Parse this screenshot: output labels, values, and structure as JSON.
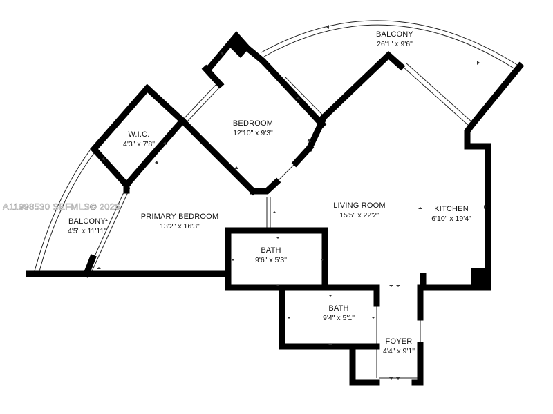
{
  "watermark": "A11998530 SEFMLS© 2026",
  "rooms": {
    "balcony_top": {
      "name": "BALCONY",
      "dim": "26'1\" x 9'6\""
    },
    "bedroom": {
      "name": "BEDROOM",
      "dim": "12'10\" x 9'3\""
    },
    "wic": {
      "name": "W.I.C.",
      "dim": "4'3\" x 7'8\""
    },
    "primary_bedroom": {
      "name": "PRIMARY BEDROOM",
      "dim": "13'2\" x 16'3\""
    },
    "balcony_left": {
      "name": "BALCONY",
      "dim": "4'5\" x 11'11\""
    },
    "living_room": {
      "name": "LIVING ROOM",
      "dim": "15'5\" x 22'2\""
    },
    "kitchen": {
      "name": "KITCHEN",
      "dim": "6'10\" x 19'4\""
    },
    "bath1": {
      "name": "BATH",
      "dim": "9'6\" x 5'3\""
    },
    "bath2": {
      "name": "BATH",
      "dim": "9'4\" x 5'1\""
    },
    "foyer": {
      "name": "FOYER",
      "dim": "4'4\" x 9'1\""
    }
  }
}
